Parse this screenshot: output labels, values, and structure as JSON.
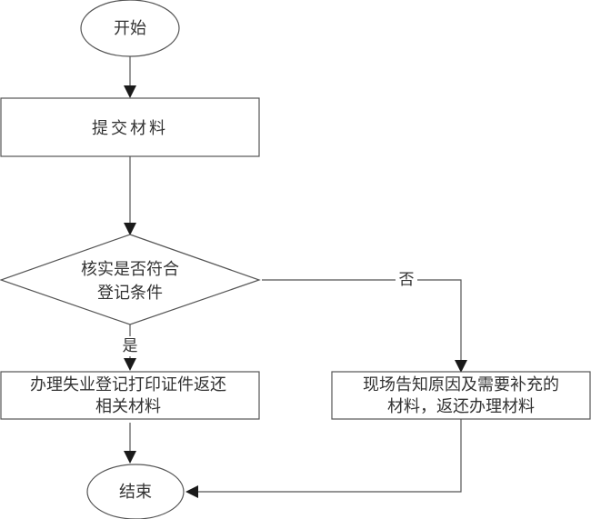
{
  "diagram": {
    "type": "flowchart",
    "nodes": {
      "start": {
        "shape": "ellipse",
        "label": "开始"
      },
      "submit": {
        "shape": "rect",
        "label": "提交材料"
      },
      "check": {
        "shape": "diamond",
        "lines": [
          "核实是否符合",
          "登记条件"
        ]
      },
      "process": {
        "shape": "rect",
        "lines": [
          "办理失业登记打印证件返还",
          "相关材料"
        ]
      },
      "reject": {
        "shape": "rect",
        "lines": [
          "现场告知原因及需要补充的",
          "材料，返还办理材料"
        ]
      },
      "end": {
        "shape": "ellipse",
        "label": "结束"
      }
    },
    "edges": [
      {
        "from": "start",
        "to": "submit",
        "label": ""
      },
      {
        "from": "submit",
        "to": "check",
        "label": ""
      },
      {
        "from": "check",
        "to": "process",
        "label": "是"
      },
      {
        "from": "check",
        "to": "reject",
        "label": "否"
      },
      {
        "from": "process",
        "to": "end",
        "label": ""
      },
      {
        "from": "reject",
        "to": "end",
        "label": ""
      }
    ],
    "edge_labels": {
      "yes": "是",
      "no": "否"
    }
  }
}
